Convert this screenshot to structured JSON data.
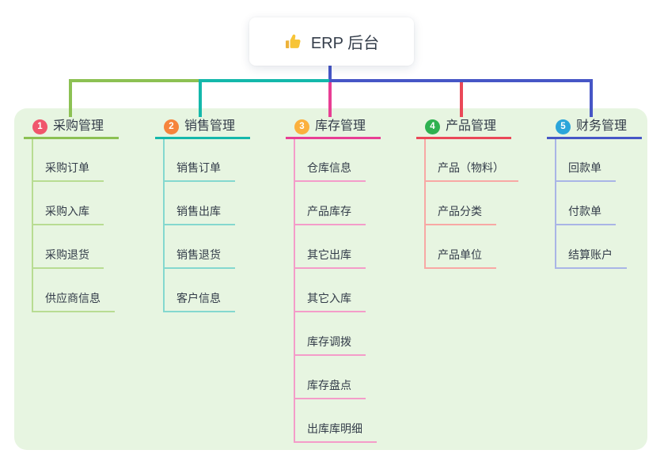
{
  "root": {
    "title": "ERP 后台",
    "icon": "thumbs-up-icon"
  },
  "palette": {
    "page_bg": "#ffffff",
    "container_bg": "#e7f5e1",
    "root_connector": "#4656c6",
    "text_primary": "#333c49",
    "root_node_bg": "#ffffff"
  },
  "branches": [
    {
      "number": "1",
      "label": "采购管理",
      "badge_color": "#f0566c",
      "line_color": "#8cc153",
      "child_line_color": "#b8dc92",
      "children": [
        "采购订单",
        "采购入库",
        "采购退货",
        "供应商信息"
      ]
    },
    {
      "number": "2",
      "label": "销售管理",
      "badge_color": "#f6843c",
      "line_color": "#14b8ab",
      "child_line_color": "#84d8cf",
      "children": [
        "销售订单",
        "销售出库",
        "销售退货",
        "客户信息"
      ]
    },
    {
      "number": "3",
      "label": "库存管理",
      "badge_color": "#fbb03d",
      "line_color": "#e83e94",
      "child_line_color": "#f49cc9",
      "children": [
        "仓库信息",
        "产品库存",
        "其它出库",
        "其它入库",
        "库存调拨",
        "库存盘点",
        "出库库明细"
      ]
    },
    {
      "number": "4",
      "label": "产品管理",
      "badge_color": "#2eb150",
      "line_color": "#ea4858",
      "child_line_color": "#f8a8a4",
      "children": [
        "产品（物料）",
        "产品分类",
        "产品单位"
      ]
    },
    {
      "number": "5",
      "label": "财务管理",
      "badge_color": "#2ba5da",
      "line_color": "#4656c6",
      "child_line_color": "#a9b5e6",
      "children": [
        "回款单",
        "付款单",
        "结算账户"
      ]
    }
  ]
}
